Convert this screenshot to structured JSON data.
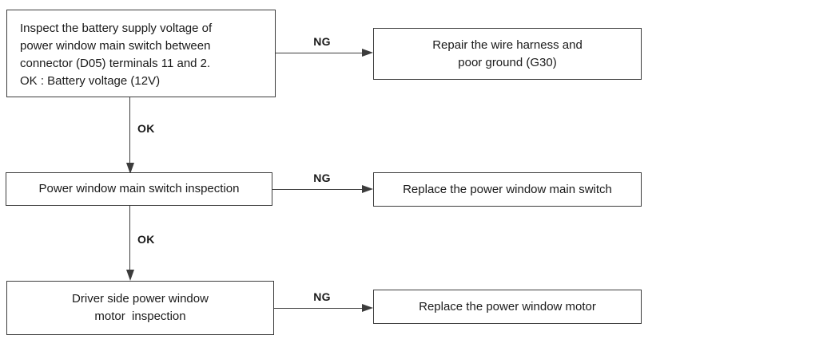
{
  "diagram": {
    "title_hidden": "",
    "colors": {
      "background": "#ffffff",
      "line": "#3c3c3c",
      "text": "#1a1a1a"
    },
    "boxes": {
      "step1": {
        "text": "Inspect the battery supply voltage of\npower window main switch between\nconnector (D05) terminals 11 and 2.\nOK : Battery voltage (12V)"
      },
      "step1_ng_action": {
        "text": "Repair the wire harness and\npoor ground (G30)"
      },
      "step2": {
        "text": "Power window main switch inspection"
      },
      "step2_ng_action": {
        "text": "Replace the power window main switch"
      },
      "step3": {
        "text": "Driver side power window\nmotor  inspection"
      },
      "step3_ng_action": {
        "text": "Replace the power window motor"
      }
    },
    "labels": {
      "ng1": "NG",
      "ng2": "NG",
      "ng3": "NG",
      "ok1": "OK",
      "ok2": "OK"
    }
  }
}
